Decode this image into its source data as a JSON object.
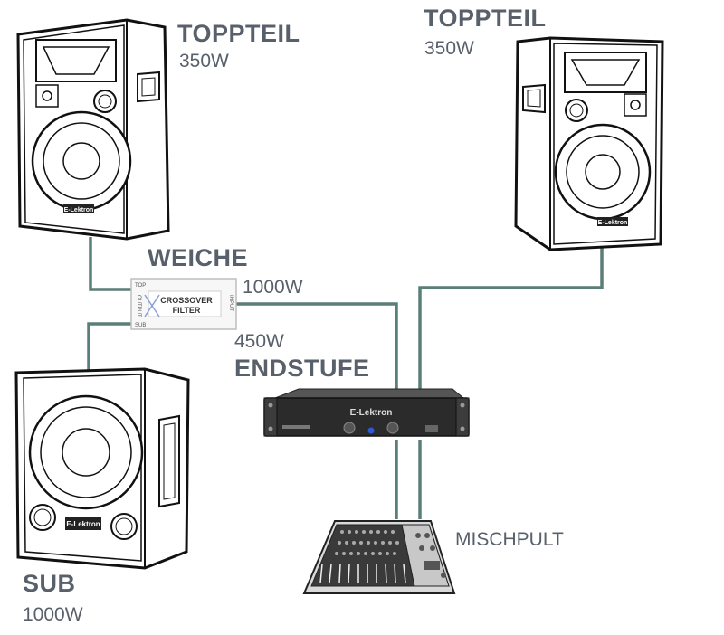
{
  "labels": {
    "top_left_title": "TOPPTEIL",
    "top_left_power": "350W",
    "top_right_title": "TOPPTEIL",
    "top_right_power": "350W",
    "weiche_title": "WEICHE",
    "weiche_top_power": "1000W",
    "weiche_sub_power": "450W",
    "endstufe_title": "ENDSTUFE",
    "mischpult_title": "MISCHPULT",
    "sub_title": "SUB",
    "sub_power": "1000W"
  },
  "devices": {
    "speaker_brand": "E-Lektron",
    "crossover_line1": "CROSSOVER",
    "crossover_line2": "FILTER",
    "crossover_top": "TOP",
    "crossover_sub": "SUB",
    "crossover_output": "OUTPUT",
    "crossover_input": "INPUT",
    "amp_brand": "E-Lektron"
  },
  "colors": {
    "cable": "#5a7f78",
    "label": "#58606b",
    "amp_body": "#2b2b2b",
    "amp_led": "#2f59d9"
  }
}
